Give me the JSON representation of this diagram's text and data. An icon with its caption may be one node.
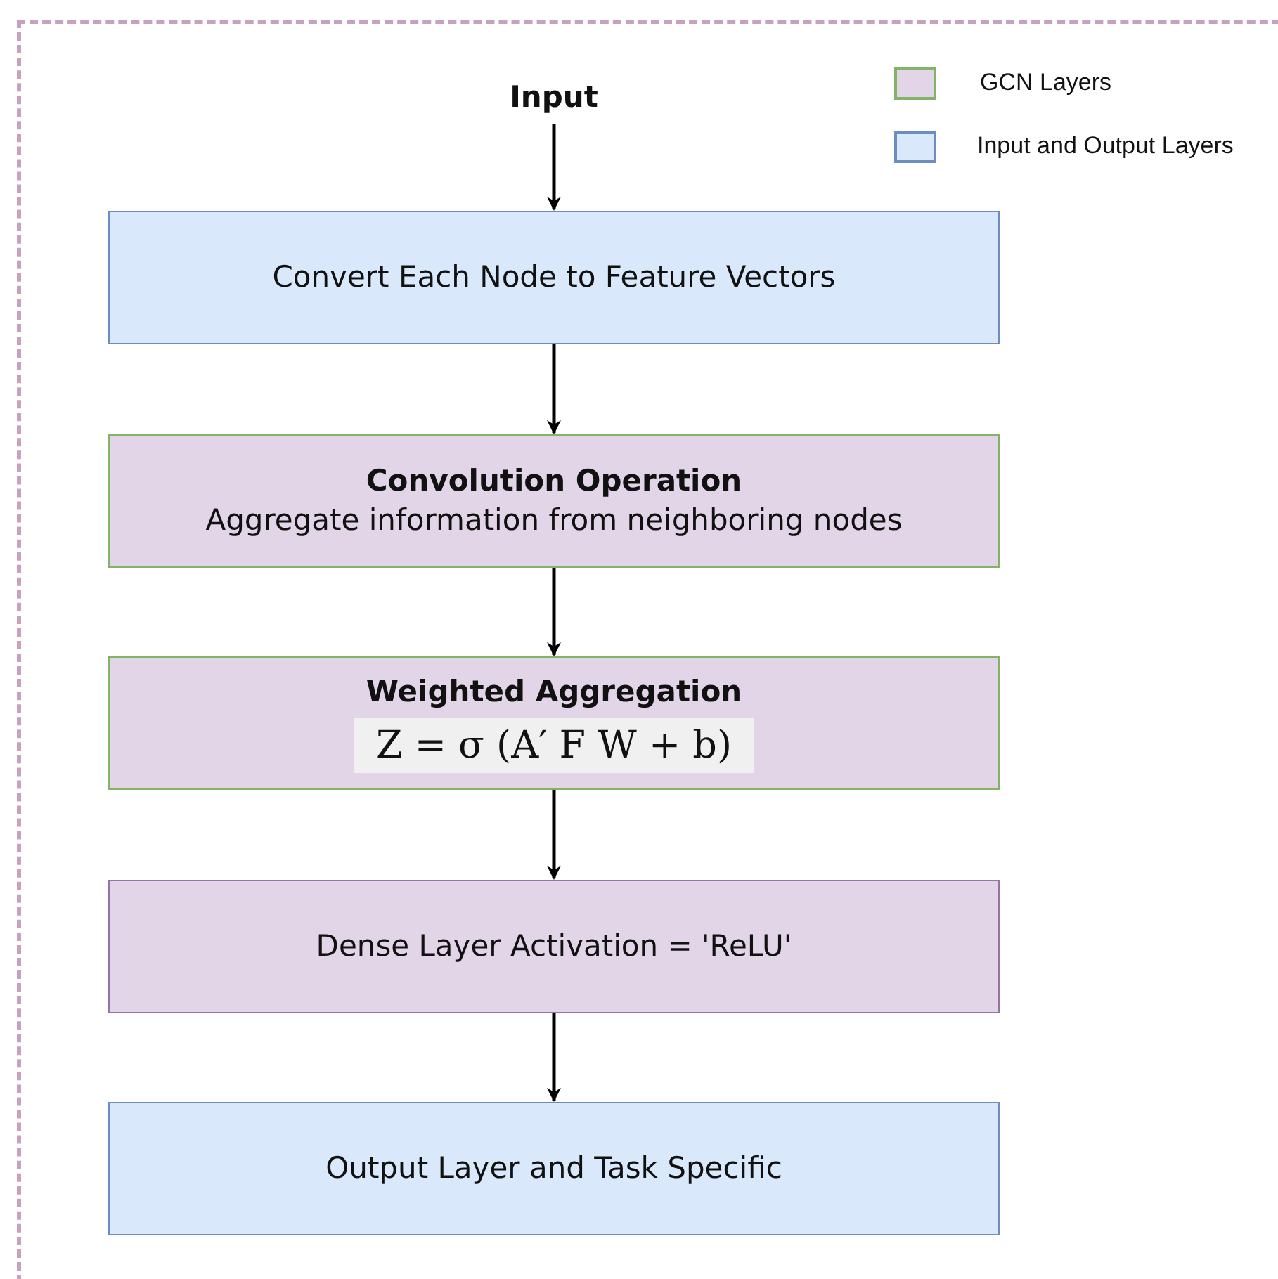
{
  "diagram": {
    "nodes": [
      {
        "text": [
          "Input"
        ]
      },
      {
        "text": [
          "Convert Each Node to Feature Vectors"
        ]
      },
      {
        "text": [
          "Convolution Operation",
          "Aggregate information from neighboring nodes"
        ]
      },
      {
        "text": [
          "Weighted Aggregation",
          "Z = σ (A′ F W + b)"
        ]
      },
      {
        "text": [
          "Dense Layer Activation = 'ReLU'"
        ]
      },
      {
        "text": [
          "Output Layer and Task Specific"
        ]
      }
    ],
    "edges": [
      {
        "from": 0,
        "to": 1,
        "arrow": "to"
      },
      {
        "from": 1,
        "to": 2,
        "arrow": "to"
      },
      {
        "from": 2,
        "to": 3,
        "arrow": "to"
      },
      {
        "from": 3,
        "to": 4,
        "arrow": "to"
      },
      {
        "from": 4,
        "to": 5,
        "arrow": "to"
      }
    ],
    "legend": [
      {
        "text": "GCN Layers",
        "color": "#e1d5e7"
      },
      {
        "text": "Input and Output Layers",
        "color": "#dae8fc"
      }
    ]
  }
}
